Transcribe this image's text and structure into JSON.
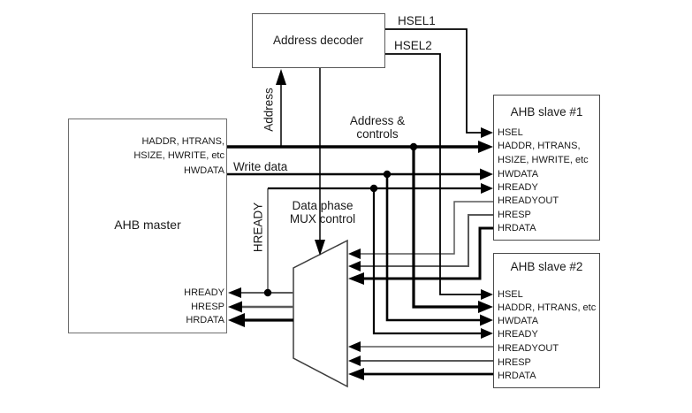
{
  "blocks": {
    "address_decoder": {
      "title": "Address decoder"
    },
    "ahb_master": {
      "title": "AHB master",
      "out_ports": [
        "HADDR, HTRANS,",
        "HSIZE, HWRITE, etc",
        "HWDATA"
      ],
      "in_ports": [
        "HREADY",
        "HRESP",
        "HRDATA"
      ]
    },
    "ahb_slave1": {
      "title": "AHB slave #1",
      "ports": [
        "HSEL",
        "HADDR, HTRANS,",
        "HSIZE, HWRITE, etc",
        "HWDATA",
        "HREADY",
        "HREADYOUT",
        "HRESP",
        "HRDATA"
      ]
    },
    "ahb_slave2": {
      "title": "AHB slave #2",
      "ports": [
        "HSEL",
        "HADDR, HTRANS, etc",
        "HWDATA",
        "HREADY",
        "HREADYOUT",
        "HRESP",
        "HRDATA"
      ]
    },
    "mux": {
      "label_line1": "Data phase",
      "label_line2": "MUX control"
    }
  },
  "signals": {
    "hsel1": "HSEL1",
    "hsel2": "HSEL2",
    "address": "Address",
    "write_data": "Write data",
    "address_controls_line1": "Address &",
    "address_controls_line2": "controls",
    "hready_feedback": "HREADY"
  },
  "colors": {
    "background": "#ffffff",
    "wire_black": "#000000",
    "wire_gray": "#595959",
    "box_border": "#595959",
    "text": "#1a1a1a"
  }
}
